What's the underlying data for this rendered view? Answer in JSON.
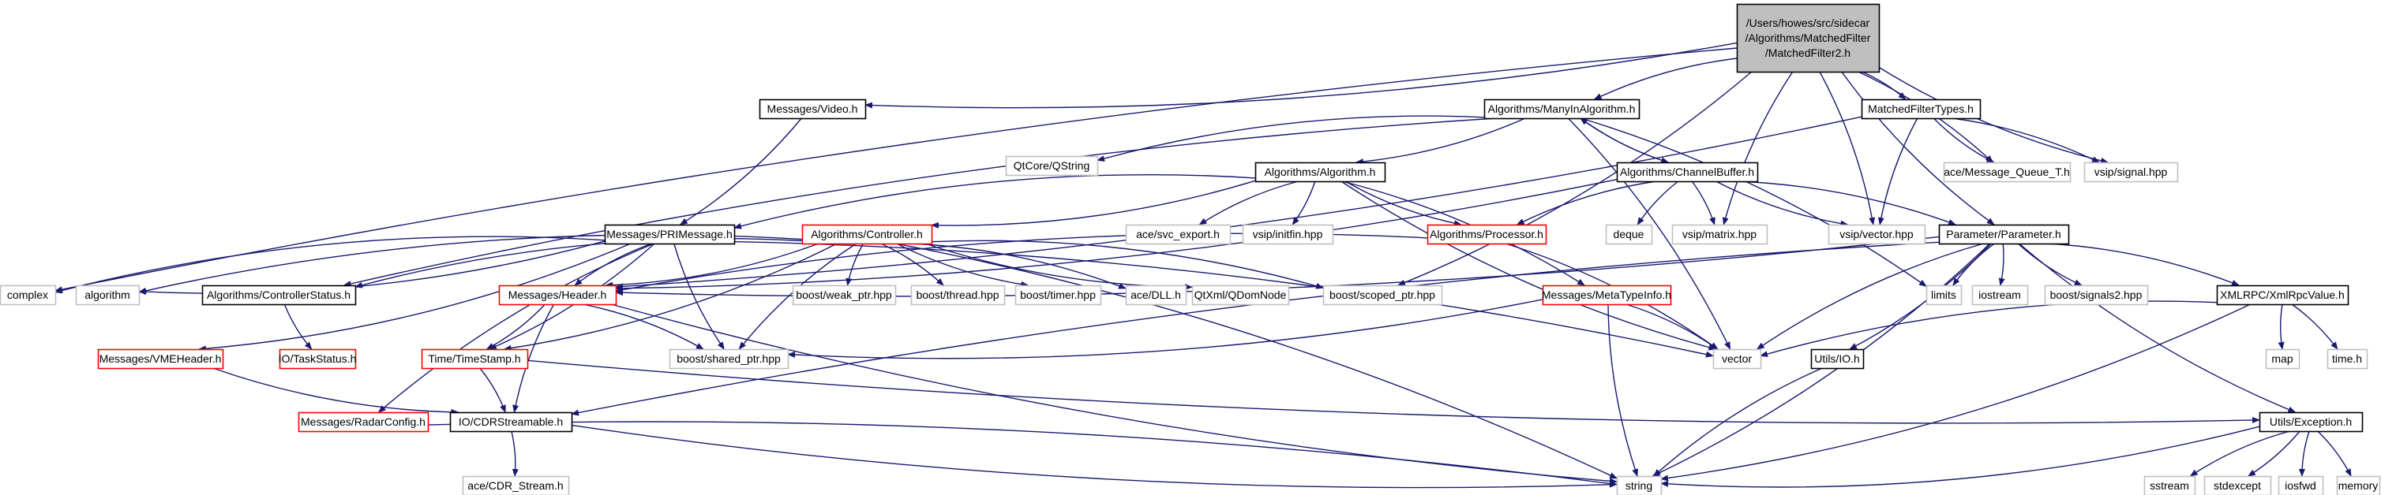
{
  "colors": {
    "edge": "#191970",
    "box_black": "#000000",
    "box_red": "#ff0000",
    "box_gray": "#bfbfbf",
    "root_fill": "#bfbfbf"
  },
  "nodes": [
    {
      "id": "root",
      "lines": [
        "/Users/howes/src/sidecar",
        "/Algorithms/MatchedFilter",
        "/MatchedFilter2.h"
      ],
      "style": "root"
    },
    {
      "id": "video",
      "lines": [
        "Messages/Video.h"
      ],
      "style": "black"
    },
    {
      "id": "manyin",
      "lines": [
        "Algorithms/ManyInAlgorithm.h"
      ],
      "style": "black"
    },
    {
      "id": "mftypes",
      "lines": [
        "MatchedFilterTypes.h"
      ],
      "style": "black"
    },
    {
      "id": "qstring",
      "lines": [
        "QtCore/QString"
      ],
      "style": "gray"
    },
    {
      "id": "algorithm_h",
      "lines": [
        "Algorithms/Algorithm.h"
      ],
      "style": "black"
    },
    {
      "id": "chanbuf",
      "lines": [
        "Algorithms/ChannelBuffer.h"
      ],
      "style": "black"
    },
    {
      "id": "msgq",
      "lines": [
        "ace/Message_Queue_T.h"
      ],
      "style": "gray"
    },
    {
      "id": "vsipsignal",
      "lines": [
        "vsip/signal.hpp"
      ],
      "style": "gray"
    },
    {
      "id": "svcexport",
      "lines": [
        "ace/svc_export.h"
      ],
      "style": "gray"
    },
    {
      "id": "initfin",
      "lines": [
        "vsip/initfin.hpp"
      ],
      "style": "gray"
    },
    {
      "id": "processor",
      "lines": [
        "Algorithms/Processor.h"
      ],
      "style": "red"
    },
    {
      "id": "deque",
      "lines": [
        "deque"
      ],
      "style": "gray"
    },
    {
      "id": "vsipmatrix",
      "lines": [
        "vsip/matrix.hpp"
      ],
      "style": "gray"
    },
    {
      "id": "vsipvector",
      "lines": [
        "vsip/vector.hpp"
      ],
      "style": "gray"
    },
    {
      "id": "param",
      "lines": [
        "Parameter/Parameter.h"
      ],
      "style": "black"
    },
    {
      "id": "primsg",
      "lines": [
        "Messages/PRIMessage.h"
      ],
      "style": "black"
    },
    {
      "id": "controller",
      "lines": [
        "Algorithms/Controller.h"
      ],
      "style": "red"
    },
    {
      "id": "complex",
      "lines": [
        "complex"
      ],
      "style": "gray"
    },
    {
      "id": "algorithm_std",
      "lines": [
        "algorithm"
      ],
      "style": "gray"
    },
    {
      "id": "ctrlstatus",
      "lines": [
        "Algorithms/ControllerStatus.h"
      ],
      "style": "black"
    },
    {
      "id": "header",
      "lines": [
        "Messages/Header.h"
      ],
      "style": "red"
    },
    {
      "id": "weakptr",
      "lines": [
        "boost/weak_ptr.hpp"
      ],
      "style": "gray"
    },
    {
      "id": "thread",
      "lines": [
        "boost/thread.hpp"
      ],
      "style": "gray"
    },
    {
      "id": "timer",
      "lines": [
        "boost/timer.hpp"
      ],
      "style": "gray"
    },
    {
      "id": "dll",
      "lines": [
        "ace/DLL.h"
      ],
      "style": "gray"
    },
    {
      "id": "qdom",
      "lines": [
        "QtXml/QDomNode"
      ],
      "style": "gray"
    },
    {
      "id": "scopedptr",
      "lines": [
        "boost/scoped_ptr.hpp"
      ],
      "style": "gray"
    },
    {
      "id": "metatype",
      "lines": [
        "Messages/MetaTypeInfo.h"
      ],
      "style": "red"
    },
    {
      "id": "limits",
      "lines": [
        "limits"
      ],
      "style": "gray"
    },
    {
      "id": "iostream",
      "lines": [
        "iostream"
      ],
      "style": "gray"
    },
    {
      "id": "signals2",
      "lines": [
        "boost/signals2.hpp"
      ],
      "style": "gray"
    },
    {
      "id": "xmlrpc",
      "lines": [
        "XMLRPC/XmlRpcValue.h"
      ],
      "style": "black"
    },
    {
      "id": "vmeheader",
      "lines": [
        "Messages/VMEHeader.h"
      ],
      "style": "red"
    },
    {
      "id": "taskstatus",
      "lines": [
        "IO/TaskStatus.h"
      ],
      "style": "red"
    },
    {
      "id": "timestamp",
      "lines": [
        "Time/TimeStamp.h"
      ],
      "style": "red"
    },
    {
      "id": "sharedptr",
      "lines": [
        "boost/shared_ptr.hpp"
      ],
      "style": "gray"
    },
    {
      "id": "vector",
      "lines": [
        "vector"
      ],
      "style": "gray"
    },
    {
      "id": "utilsio",
      "lines": [
        "Utils/IO.h"
      ],
      "style": "black"
    },
    {
      "id": "map",
      "lines": [
        "map"
      ],
      "style": "gray"
    },
    {
      "id": "time",
      "lines": [
        "time.h"
      ],
      "style": "gray"
    },
    {
      "id": "radarconfig",
      "lines": [
        "Messages/RadarConfig.h"
      ],
      "style": "red"
    },
    {
      "id": "cdr",
      "lines": [
        "IO/CDRStreamable.h"
      ],
      "style": "black"
    },
    {
      "id": "exception",
      "lines": [
        "Utils/Exception.h"
      ],
      "style": "black"
    },
    {
      "id": "acecdr",
      "lines": [
        "ace/CDR_Stream.h"
      ],
      "style": "gray"
    },
    {
      "id": "string",
      "lines": [
        "string"
      ],
      "style": "gray"
    },
    {
      "id": "sstream",
      "lines": [
        "sstream"
      ],
      "style": "gray"
    },
    {
      "id": "stdexcept",
      "lines": [
        "stdexcept"
      ],
      "style": "gray"
    },
    {
      "id": "iosfwd",
      "lines": [
        "iosfwd"
      ],
      "style": "gray"
    },
    {
      "id": "memory",
      "lines": [
        "memory"
      ],
      "style": "gray"
    }
  ],
  "edges": [
    [
      "root",
      "video"
    ],
    [
      "root",
      "manyin"
    ],
    [
      "root",
      "mftypes"
    ],
    [
      "root",
      "complex"
    ],
    [
      "root",
      "scopedptr"
    ],
    [
      "root",
      "vsipmatrix"
    ],
    [
      "root",
      "vsipvector"
    ],
    [
      "root",
      "vsipsignal"
    ],
    [
      "root",
      "msgq"
    ],
    [
      "root",
      "param"
    ],
    [
      "video",
      "primsg"
    ],
    [
      "manyin",
      "qstring"
    ],
    [
      "manyin",
      "algorithm_h"
    ],
    [
      "manyin",
      "chanbuf"
    ],
    [
      "manyin",
      "vector"
    ],
    [
      "manyin",
      "ctrlstatus"
    ],
    [
      "manyin",
      "limits"
    ],
    [
      "mftypes",
      "msgq"
    ],
    [
      "mftypes",
      "vsipsignal"
    ],
    [
      "mftypes",
      "vsipvector"
    ],
    [
      "mftypes",
      "header"
    ],
    [
      "algorithm_h",
      "svcexport"
    ],
    [
      "algorithm_h",
      "initfin"
    ],
    [
      "algorithm_h",
      "processor"
    ],
    [
      "algorithm_h",
      "controller"
    ],
    [
      "algorithm_h",
      "primsg"
    ],
    [
      "algorithm_h",
      "metatype"
    ],
    [
      "algorithm_h",
      "vector"
    ],
    [
      "chanbuf",
      "manyin"
    ],
    [
      "chanbuf",
      "deque"
    ],
    [
      "chanbuf",
      "vsipmatrix"
    ],
    [
      "chanbuf",
      "vsipvector"
    ],
    [
      "chanbuf",
      "param"
    ],
    [
      "chanbuf",
      "processor"
    ],
    [
      "chanbuf",
      "header"
    ],
    [
      "processor",
      "header"
    ],
    [
      "processor",
      "vector"
    ],
    [
      "primsg",
      "complex"
    ],
    [
      "primsg",
      "algorithm_std"
    ],
    [
      "primsg",
      "header"
    ],
    [
      "primsg",
      "vmeheader"
    ],
    [
      "primsg",
      "radarconfig"
    ],
    [
      "primsg",
      "timestamp"
    ],
    [
      "primsg",
      "sharedptr"
    ],
    [
      "primsg",
      "vector"
    ],
    [
      "controller",
      "ctrlstatus"
    ],
    [
      "controller",
      "header"
    ],
    [
      "controller",
      "weakptr"
    ],
    [
      "controller",
      "thread"
    ],
    [
      "controller",
      "timer"
    ],
    [
      "controller",
      "dll"
    ],
    [
      "controller",
      "qdom"
    ],
    [
      "controller",
      "scopedptr"
    ],
    [
      "controller",
      "sharedptr"
    ],
    [
      "controller",
      "string"
    ],
    [
      "controller",
      "algorithm_std"
    ],
    [
      "controller",
      "timestamp"
    ],
    [
      "ctrlstatus",
      "taskstatus"
    ],
    [
      "header",
      "timestamp"
    ],
    [
      "header",
      "cdr"
    ],
    [
      "header",
      "sharedptr"
    ],
    [
      "header",
      "string"
    ],
    [
      "metatype",
      "vector"
    ],
    [
      "metatype",
      "string"
    ],
    [
      "metatype",
      "sharedptr"
    ],
    [
      "param",
      "limits"
    ],
    [
      "param",
      "iostream"
    ],
    [
      "param",
      "signals2"
    ],
    [
      "param",
      "xmlrpc"
    ],
    [
      "param",
      "vector"
    ],
    [
      "param",
      "utilsio"
    ],
    [
      "param",
      "exception"
    ],
    [
      "param",
      "string"
    ],
    [
      "param",
      "cdr"
    ],
    [
      "param",
      "header"
    ],
    [
      "xmlrpc",
      "map"
    ],
    [
      "xmlrpc",
      "time"
    ],
    [
      "xmlrpc",
      "vector"
    ],
    [
      "xmlrpc",
      "string"
    ],
    [
      "vmeheader",
      "cdr"
    ],
    [
      "timestamp",
      "cdr"
    ],
    [
      "timestamp",
      "exception"
    ],
    [
      "radarconfig",
      "string"
    ],
    [
      "utilsio",
      "string"
    ],
    [
      "cdr",
      "acecdr"
    ],
    [
      "cdr",
      "string"
    ],
    [
      "exception",
      "string"
    ],
    [
      "exception",
      "sstream"
    ],
    [
      "exception",
      "stdexcept"
    ],
    [
      "exception",
      "iosfwd"
    ],
    [
      "exception",
      "memory"
    ]
  ]
}
